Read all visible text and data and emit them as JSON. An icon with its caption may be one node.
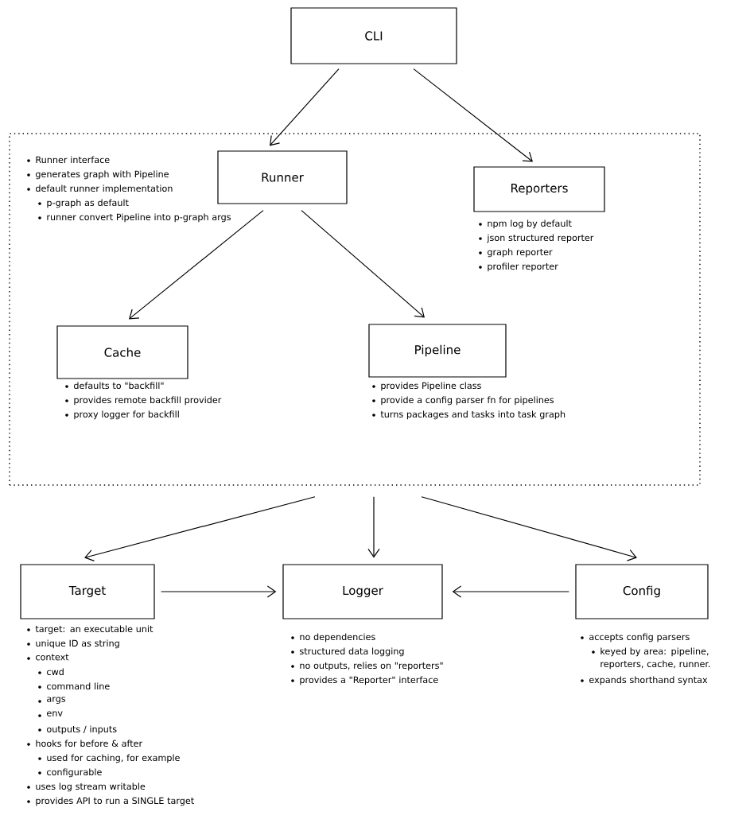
{
  "diagram": {
    "nodes": [
      {
        "text": [
          "CLI"
        ]
      },
      {
        "text": [],
        "shape": "box"
      },
      {
        "text": [
          "Runner"
        ],
        "in": 1,
        "beside": [
          "Runner interface",
          "generates graph with Pipeline",
          "default runner implementation",
          "p-graph as default",
          "runner convert Pipeline into p-graph args"
        ]
      },
      {
        "text": [
          "Reporters"
        ],
        "in": 1,
        "beside": [
          "npm log by default",
          "json structured reporter",
          "graph reporter",
          "profiler reporter"
        ]
      },
      {
        "text": [
          "Cache"
        ],
        "in": 1,
        "beside": [
          "defaults to \"backfill\"",
          "provides remote backfill provider",
          "proxy logger for backfill"
        ]
      },
      {
        "text": [
          "Pipeline"
        ],
        "in": 1,
        "beside": [
          "provides Pipeline class",
          "provide a config parser fn for pipelines",
          "turns packages and tasks into task graph"
        ]
      },
      {
        "text": [
          "Target"
        ],
        "beside": [
          "target: an executable unit",
          "unique ID as string",
          "context",
          "cwd",
          "command line",
          "args",
          "env",
          "outputs / inputs",
          "hooks for before & after",
          "used for caching, for example",
          "configurable",
          "uses log stream writable",
          "provides API to run a SINGLE target"
        ]
      },
      {
        "text": [
          "Logger"
        ],
        "beside": [
          "no dependencies",
          "structured data logging",
          "no outputs, relies on \"reporters\"",
          "provides a \"Reporter\" interface"
        ]
      },
      {
        "text": [
          "Config"
        ],
        "beside": [
          "accepts config parsers",
          "keyed by area: pipeline, reporters, cache, runner.",
          "expands shorthand syntax"
        ]
      }
    ],
    "edges": [
      {
        "from": 0,
        "to": 2,
        "arrow": "to"
      },
      {
        "from": 0,
        "to": 3,
        "arrow": "to"
      },
      {
        "from": 2,
        "to": 4,
        "arrow": "to"
      },
      {
        "from": 2,
        "to": 5,
        "arrow": "to"
      },
      {
        "from": 1,
        "to": 6,
        "arrow": "to"
      },
      {
        "from": 1,
        "to": 7,
        "arrow": "to"
      },
      {
        "from": 1,
        "to": 8,
        "arrow": "to"
      },
      {
        "from": 6,
        "to": 7,
        "arrow": "to"
      },
      {
        "from": 8,
        "to": 7,
        "arrow": "to"
      }
    ]
  }
}
